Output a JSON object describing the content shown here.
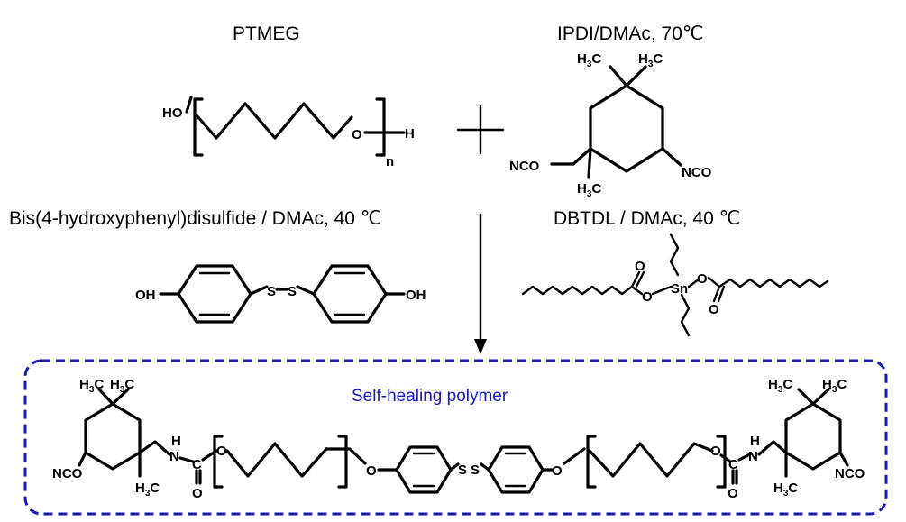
{
  "captions": {
    "ptmeg": "PTMEG",
    "ipdi": "IPDI/DMAc, 70℃",
    "bhpds": "Bis(4-hydroxyphenyl)disulfide / DMAc, 40 ℃",
    "dbtdl": "DBTDL / DMAc, 40 ℃"
  },
  "atoms": {
    "ho": "HO",
    "oh": "OH",
    "o": "O",
    "h": "H",
    "n_sub": "n",
    "nco": "NCO",
    "s": "S",
    "sn": "Sn",
    "nh_h": "H",
    "nh_n": "N",
    "c": "C",
    "ch3_h": "H",
    "ch3_3": "3",
    "ch3_c": "C"
  },
  "product": {
    "title": "Self-healing polymer"
  },
  "colors": {
    "frame": "#1a1aa8",
    "title": "#1a1aa8",
    "ink": "#000000"
  }
}
